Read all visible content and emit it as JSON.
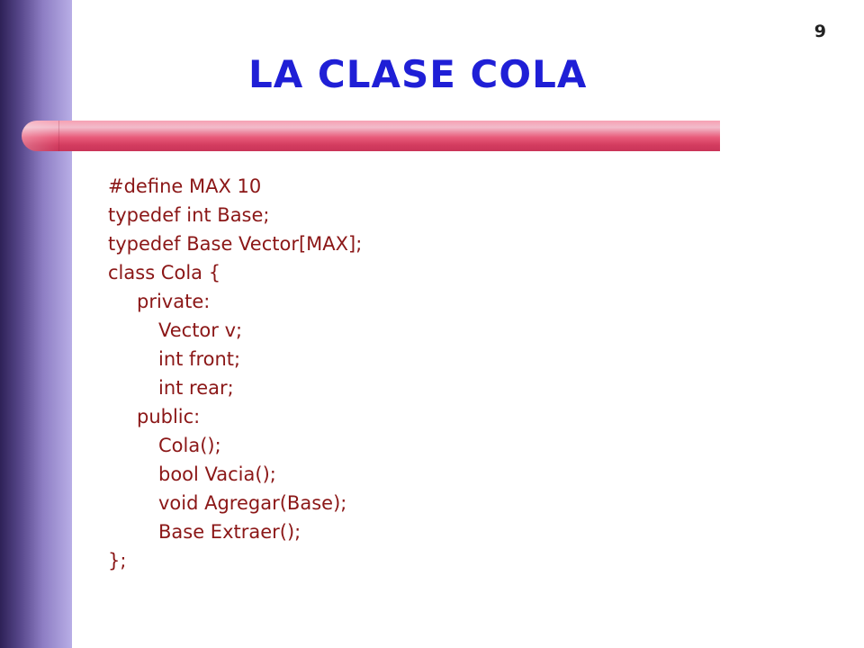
{
  "slide": {
    "page_number": "9",
    "title": "LA CLASE COLA",
    "code_lines": [
      "#define MAX 10",
      "typedef int Base;",
      "typedef Base Vector[MAX];",
      "class Cola {",
      "private:",
      "Vector v;",
      "int front;",
      "int rear;",
      "public:",
      "Cola();",
      "bool Vacia();",
      "void Agregar(Base);",
      "Base Extraer();",
      "};"
    ]
  },
  "colors": {
    "title": "#1f1fd6",
    "code_text": "#8b1717",
    "left_bar_dark": "#2e2157",
    "left_bar_light": "#b8aee6",
    "accent_bar": "#e85a79"
  }
}
